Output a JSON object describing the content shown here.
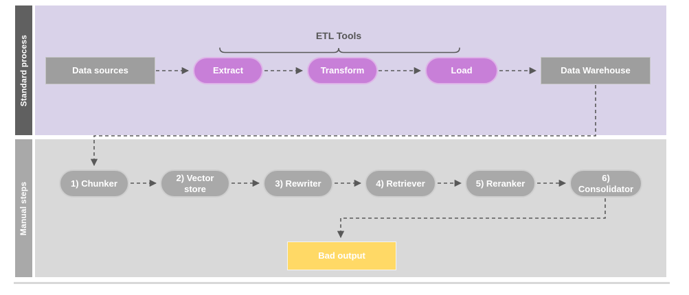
{
  "lanes": [
    {
      "label": "Standard process"
    },
    {
      "label": "Manual steps"
    }
  ],
  "annotation": {
    "label": "ETL Tools"
  },
  "nodes": {
    "data_sources": {
      "label": "Data sources"
    },
    "extract": {
      "label": "Extract"
    },
    "transform": {
      "label": "Transform"
    },
    "load": {
      "label": "Load"
    },
    "data_warehouse": {
      "label": "Data Warehouse"
    },
    "chunker": {
      "label": "1) Chunker"
    },
    "vector_store": {
      "label": "2) Vector store"
    },
    "rewriter": {
      "label": "3) Rewriter"
    },
    "retriever": {
      "label": "4) Retriever"
    },
    "reranker": {
      "label": "5) Reranker"
    },
    "consolidator": {
      "label": "6) Consolidator"
    },
    "bad_output": {
      "label": "Bad output"
    }
  },
  "flow": [
    "Data sources -> Extract -> Transform -> Load -> Data Warehouse",
    "Data Warehouse -> 1) Chunker -> 2) Vector store -> 3) Rewriter -> 4) Retriever -> 5) Reranker -> 6) Consolidator -> Bad output"
  ],
  "colors": {
    "lane_standard_bg": "#d9d2e9",
    "lane_standard_sidebar": "#606060",
    "lane_manual_bg": "#d9d9d9",
    "lane_manual_sidebar": "#a9a9a9",
    "rect_gray": "#9e9e9e",
    "pill_magenta": "#c87fd8",
    "pill_magenta_border": "#deb4e8",
    "pill_gray": "#a9a9a9",
    "bad_output_yellow": "#ffd966",
    "connector": "#595959",
    "node_text": "#ffffff",
    "annotation_text": "#555555"
  }
}
